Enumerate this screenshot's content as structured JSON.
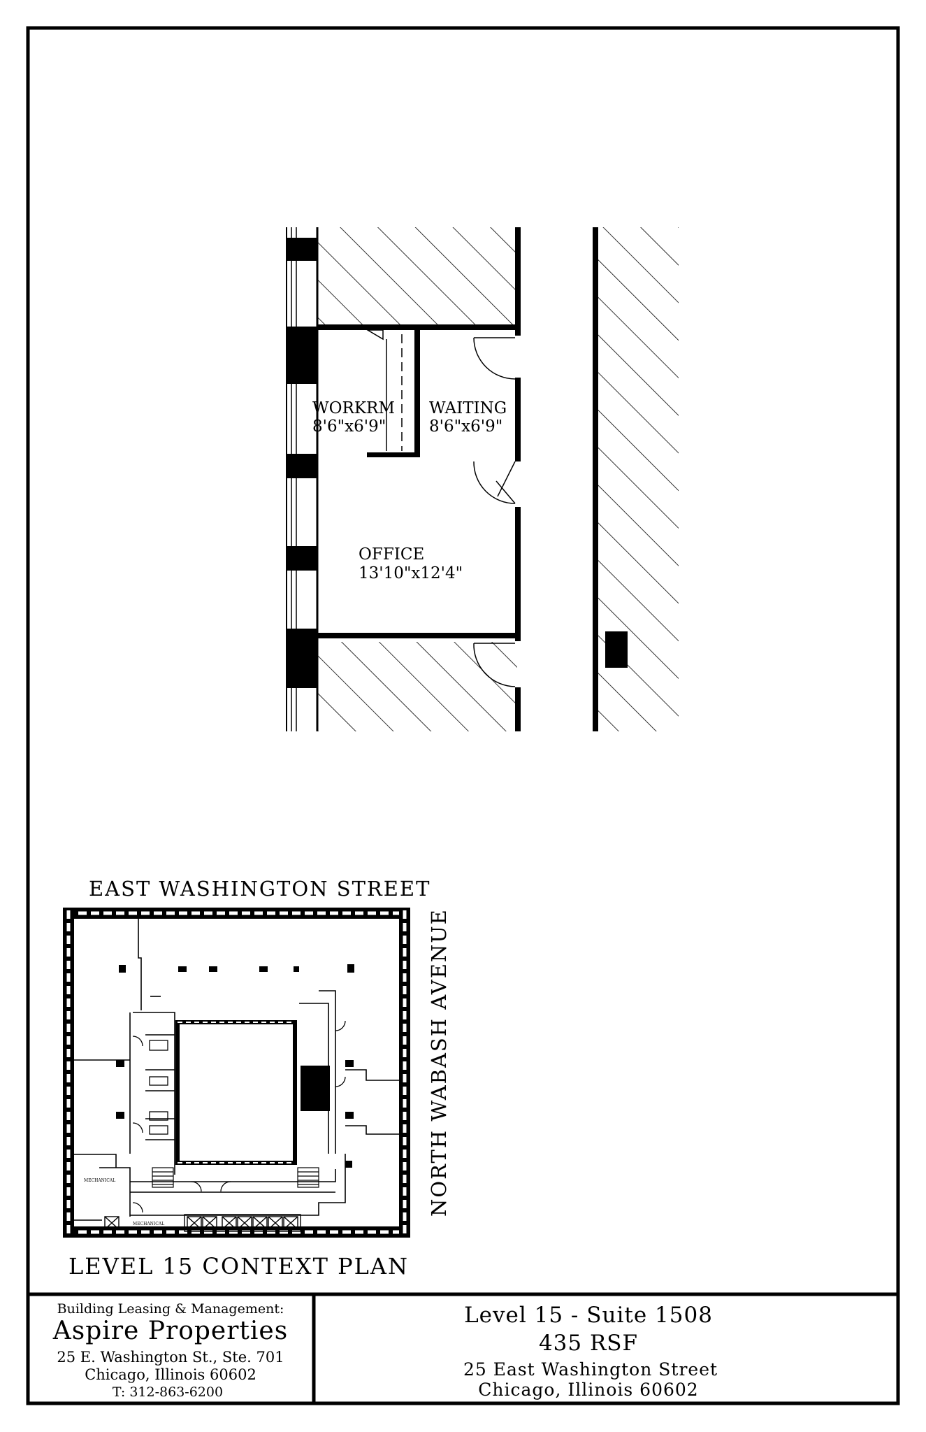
{
  "plan": {
    "rooms": [
      {
        "name": "WORKRM",
        "size": "8'6\"x6'9\""
      },
      {
        "name": "WAITING",
        "size": "8'6\"x6'9\""
      },
      {
        "name": "OFFICE",
        "size": "13'10\"x12'4\""
      }
    ]
  },
  "context": {
    "street_top": "EAST WASHINGTON STREET",
    "street_right": "NORTH WABASH AVENUE",
    "caption": "LEVEL 15 CONTEXT PLAN",
    "mech_label": "MECHANICAL"
  },
  "title_block": {
    "left": {
      "heading": "Building Leasing & Management:",
      "company": "Aspire Properties",
      "address1": "25 E. Washington St., Ste. 701",
      "address2": "Chicago, Illinois 60602",
      "phone": "T: 312-863-6200"
    },
    "right": {
      "suite": "Level 15 - Suite 1508",
      "area": "435 RSF",
      "street": "25 East Washington Street",
      "city": "Chicago, Illinois 60602"
    }
  }
}
